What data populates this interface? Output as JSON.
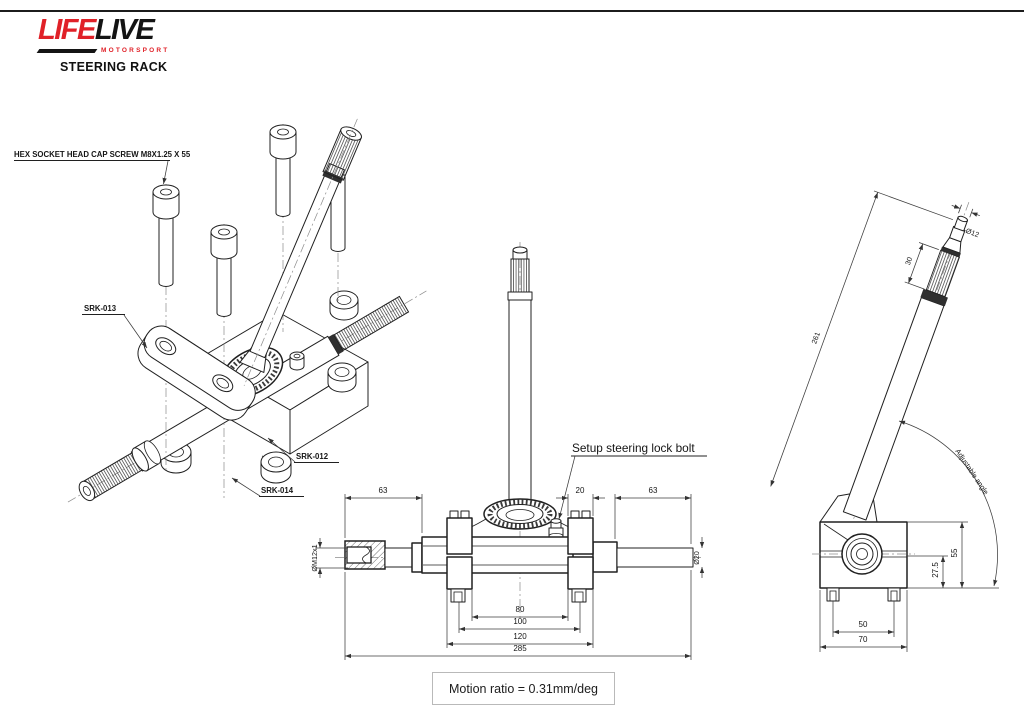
{
  "colors": {
    "accent_red": "#e02128",
    "ink": "#1c1c1c"
  },
  "header": {
    "logo_life": "LIFE",
    "logo_live": "LIVE",
    "logo_sub": "MOTORSPORT",
    "title": "STEERING RACK"
  },
  "exploded": {
    "screw_note": "HEX SOCKET HEAD CAP SCREW M8X1.25 X 55",
    "label_top_clamp": "SRK-013",
    "label_rack_rod": "SRK-012",
    "label_housing": "SRK-014"
  },
  "front": {
    "lock_bolt_note": "Setup steering lock bolt",
    "dim_left63": "63",
    "dim_20": "20",
    "dim_right63": "63",
    "dim_80": "80",
    "dim_100": "100",
    "dim_120": "120",
    "dim_285": "285",
    "dim_thread": "ØM12x1",
    "dim_rod_dia": "Ø20"
  },
  "side": {
    "dim_tip_dia": "Ø12",
    "dim_spline_30": "30",
    "dim_shaft_261": "261",
    "dim_55": "55",
    "dim_27_5": "27.5",
    "dim_50": "50",
    "dim_70": "70",
    "angle_note": "Adjustable angle"
  },
  "footer": {
    "note": "Motion ratio = 0.31mm/deg"
  }
}
